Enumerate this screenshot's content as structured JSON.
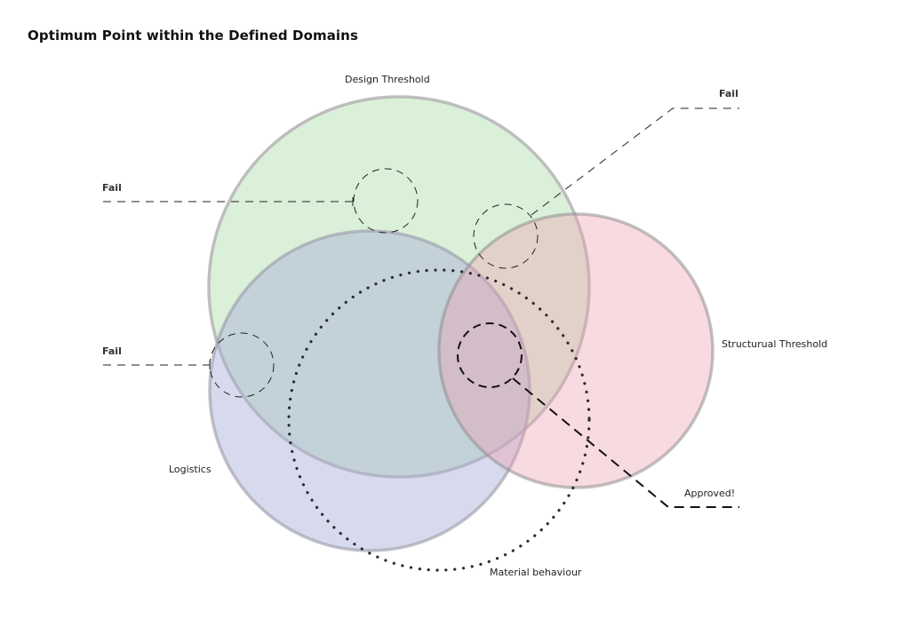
{
  "title": "Optimum Point within the Defined Domains",
  "domains": {
    "design": {
      "label": "Design Threshold",
      "fill": "#c8e8c4",
      "stroke": "#b8b8b8"
    },
    "logistics": {
      "label": "Logistics",
      "fill": "#b8bce0",
      "stroke": "#b8b8b8"
    },
    "structural": {
      "label": "Structurual Threshold",
      "fill": "#f1c6cf",
      "stroke": "#b8b8b8"
    },
    "material": {
      "label": "Material behaviour",
      "stroke": "#333333"
    }
  },
  "markers": [
    {
      "label": "Fail",
      "state": "fail"
    },
    {
      "label": "Fail",
      "state": "fail"
    },
    {
      "label": "Fail",
      "state": "fail"
    },
    {
      "label": "Approved!",
      "state": "approved"
    }
  ]
}
